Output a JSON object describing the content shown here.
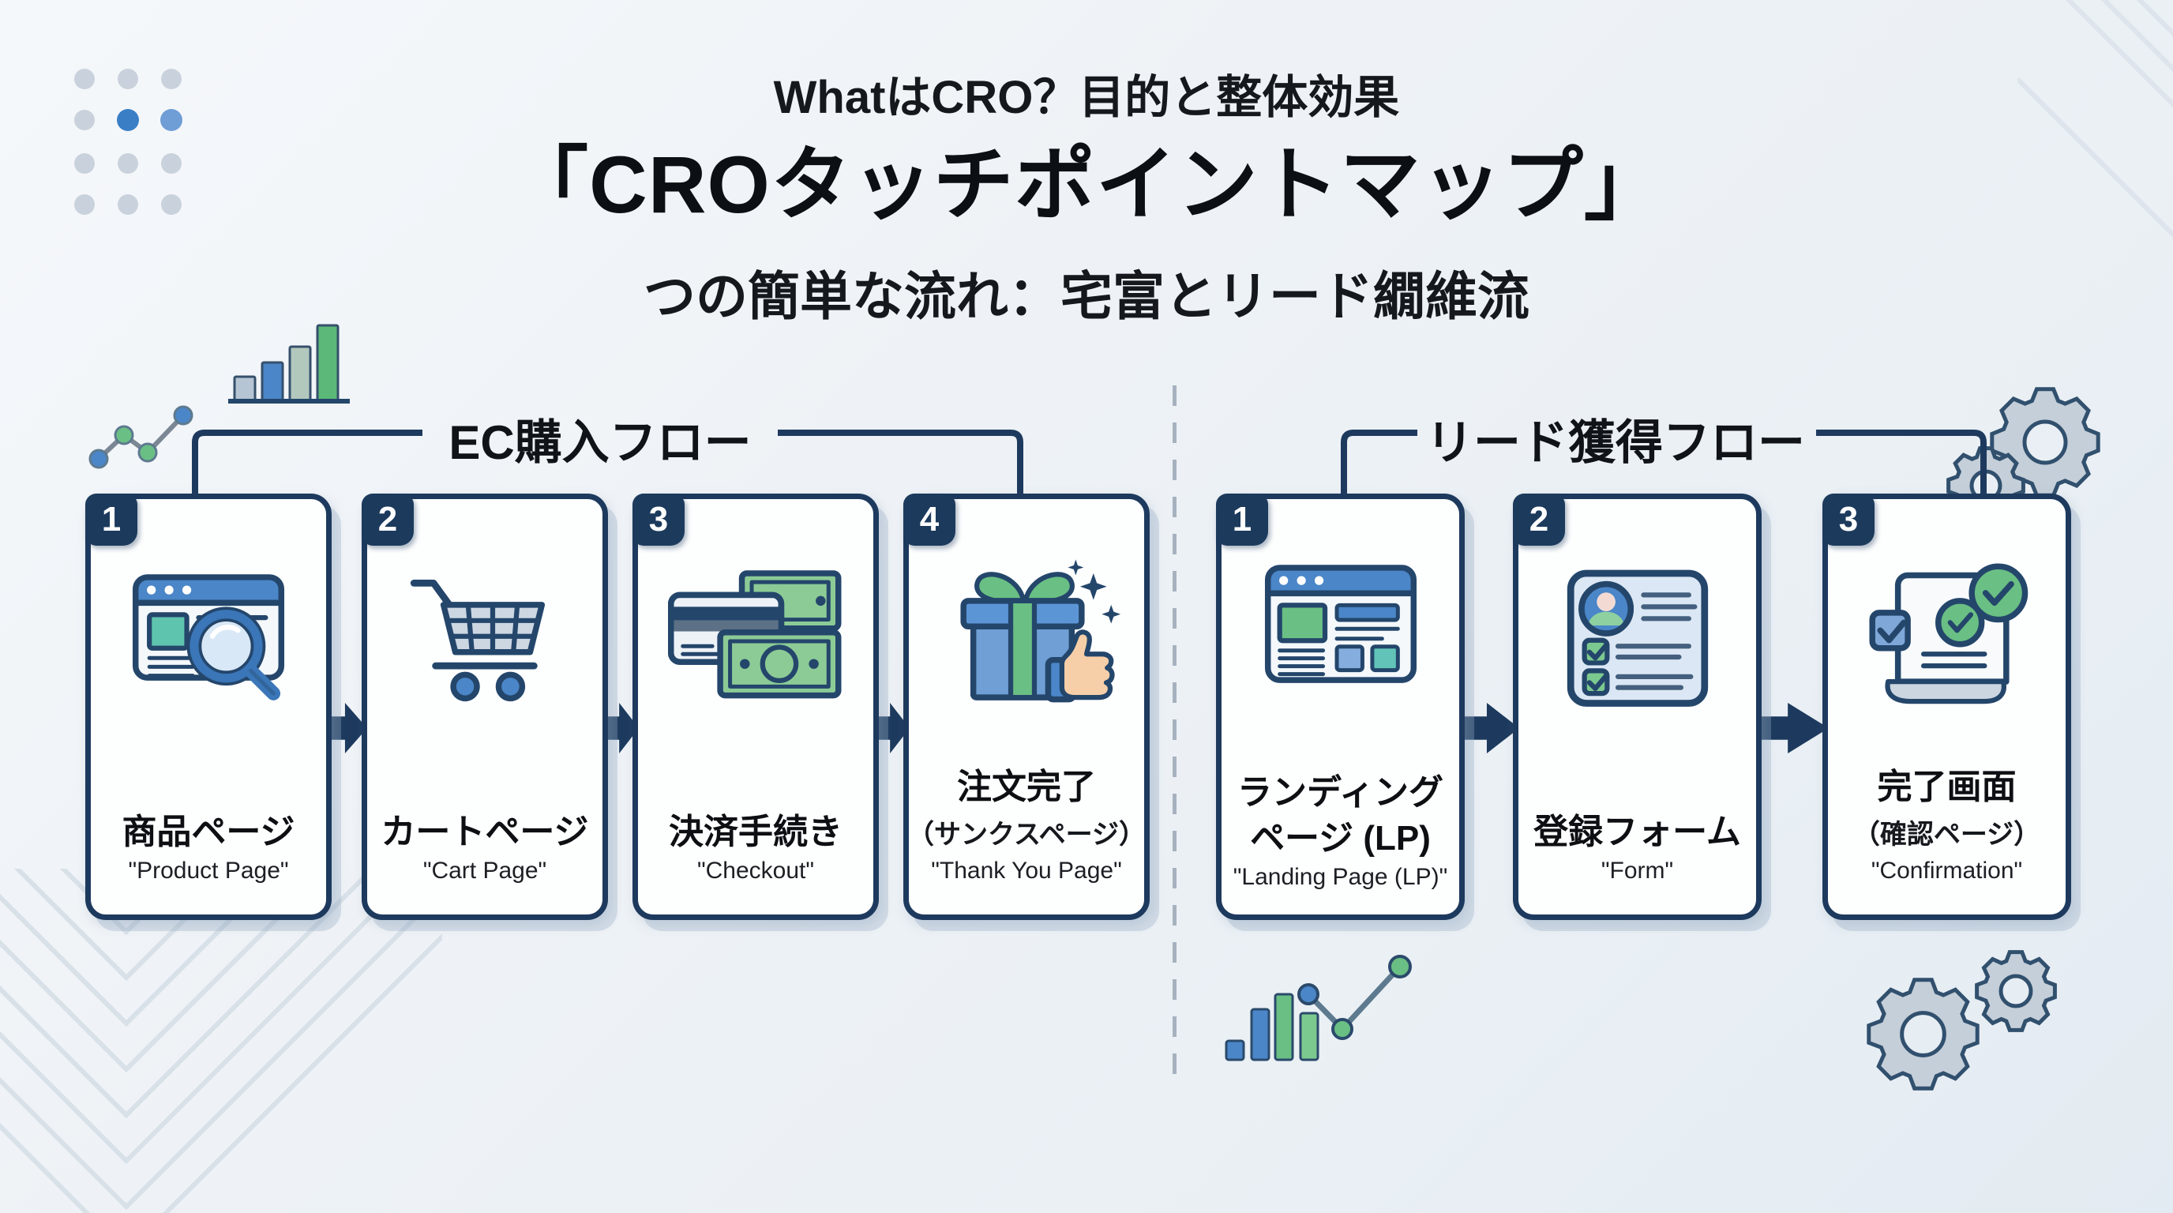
{
  "header": {
    "eyebrow": "WhatはCRO？目的と整体効果",
    "title": "「CROタッチポイントマップ」",
    "subtitle": "つの簡単な流れ：宅富とリード繝維流"
  },
  "flows": [
    {
      "header": "EC購入フロー",
      "steps": [
        {
          "number": "1",
          "title": "商品ページ",
          "en": "\"Product Page\"",
          "icon": "product-page"
        },
        {
          "number": "2",
          "title": "カートページ",
          "en": "\"Cart Page\"",
          "icon": "shopping-cart"
        },
        {
          "number": "3",
          "title": "決済手続き",
          "en": "\"Checkout\"",
          "icon": "payment"
        },
        {
          "number": "4",
          "title": "注文完了",
          "subtitle": "（サンクスページ）",
          "en": "\"Thank You Page\"",
          "icon": "gift-thumbs-up"
        }
      ]
    },
    {
      "header": "リード獲得フロー",
      "steps": [
        {
          "number": "1",
          "title": "ランディング",
          "title_line2": "ページ (LP)",
          "en": "\"Landing Page (LP)\"",
          "icon": "landing-page"
        },
        {
          "number": "2",
          "title": "登録フォーム",
          "en": "\"Form\"",
          "icon": "registration-form"
        },
        {
          "number": "3",
          "title": "完了画面",
          "subtitle": "（確認ページ）",
          "en": "\"Confirmation\"",
          "icon": "confirmation-document"
        }
      ]
    }
  ],
  "colors": {
    "navy": "#1d3a5e",
    "blue": "#4a86c8",
    "green": "#6abf84",
    "teal": "#5fc4ae",
    "gear_gray": "#c5cfd9",
    "background": "#eef2f6"
  }
}
